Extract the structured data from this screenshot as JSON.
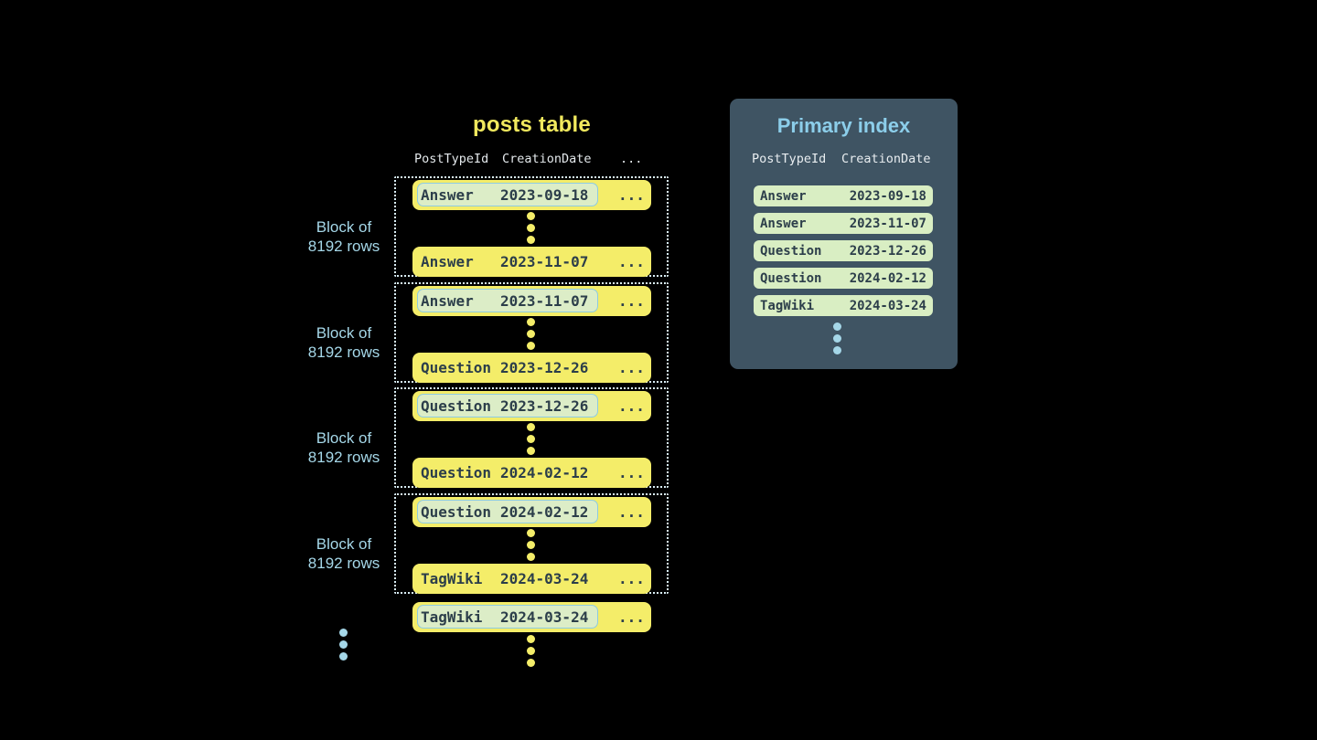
{
  "colors": {
    "background": "#000000",
    "row_yellow": "#f4ed69",
    "title_yellow": "#f1e95e",
    "highlight_green": "#dcedc7",
    "highlight_border_blue": "#8ecbe0",
    "index_row_green": "#d9eec3",
    "panel_slate": "#3f5463",
    "accent_light_blue": "#a5d7e8",
    "dark_text": "#2c3e4a",
    "dotted_border": "#d9eef6"
  },
  "posts_table": {
    "title": "posts table",
    "headers": {
      "col1": "PostTypeId",
      "col2": "CreationDate",
      "more": "..."
    },
    "block_label": {
      "line1": "Block of",
      "line2": "8192 rows"
    },
    "ellipsis": "...",
    "blocks": [
      {
        "first": {
          "type": "Answer",
          "date": "2023-09-18"
        },
        "last": {
          "type": "Answer",
          "date": "2023-11-07"
        }
      },
      {
        "first": {
          "type": "Answer",
          "date": "2023-11-07"
        },
        "last": {
          "type": "Question",
          "date": "2023-12-26"
        }
      },
      {
        "first": {
          "type": "Question",
          "date": "2023-12-26"
        },
        "last": {
          "type": "Question",
          "date": "2024-02-12"
        }
      },
      {
        "first": {
          "type": "Question",
          "date": "2024-02-12"
        },
        "last": {
          "type": "TagWiki",
          "date": "2024-03-24"
        }
      }
    ],
    "overflow_row": {
      "type": "TagWiki",
      "date": "2024-03-24"
    }
  },
  "primary_index": {
    "title": "Primary index",
    "headers": {
      "col1": "PostTypeId",
      "col2": "CreationDate"
    },
    "rows": [
      {
        "type": "Answer",
        "date": "2023-09-18"
      },
      {
        "type": "Answer",
        "date": "2023-11-07"
      },
      {
        "type": "Question",
        "date": "2023-12-26"
      },
      {
        "type": "Question",
        "date": "2024-02-12"
      },
      {
        "type": "TagWiki",
        "date": "2024-03-24"
      }
    ]
  }
}
